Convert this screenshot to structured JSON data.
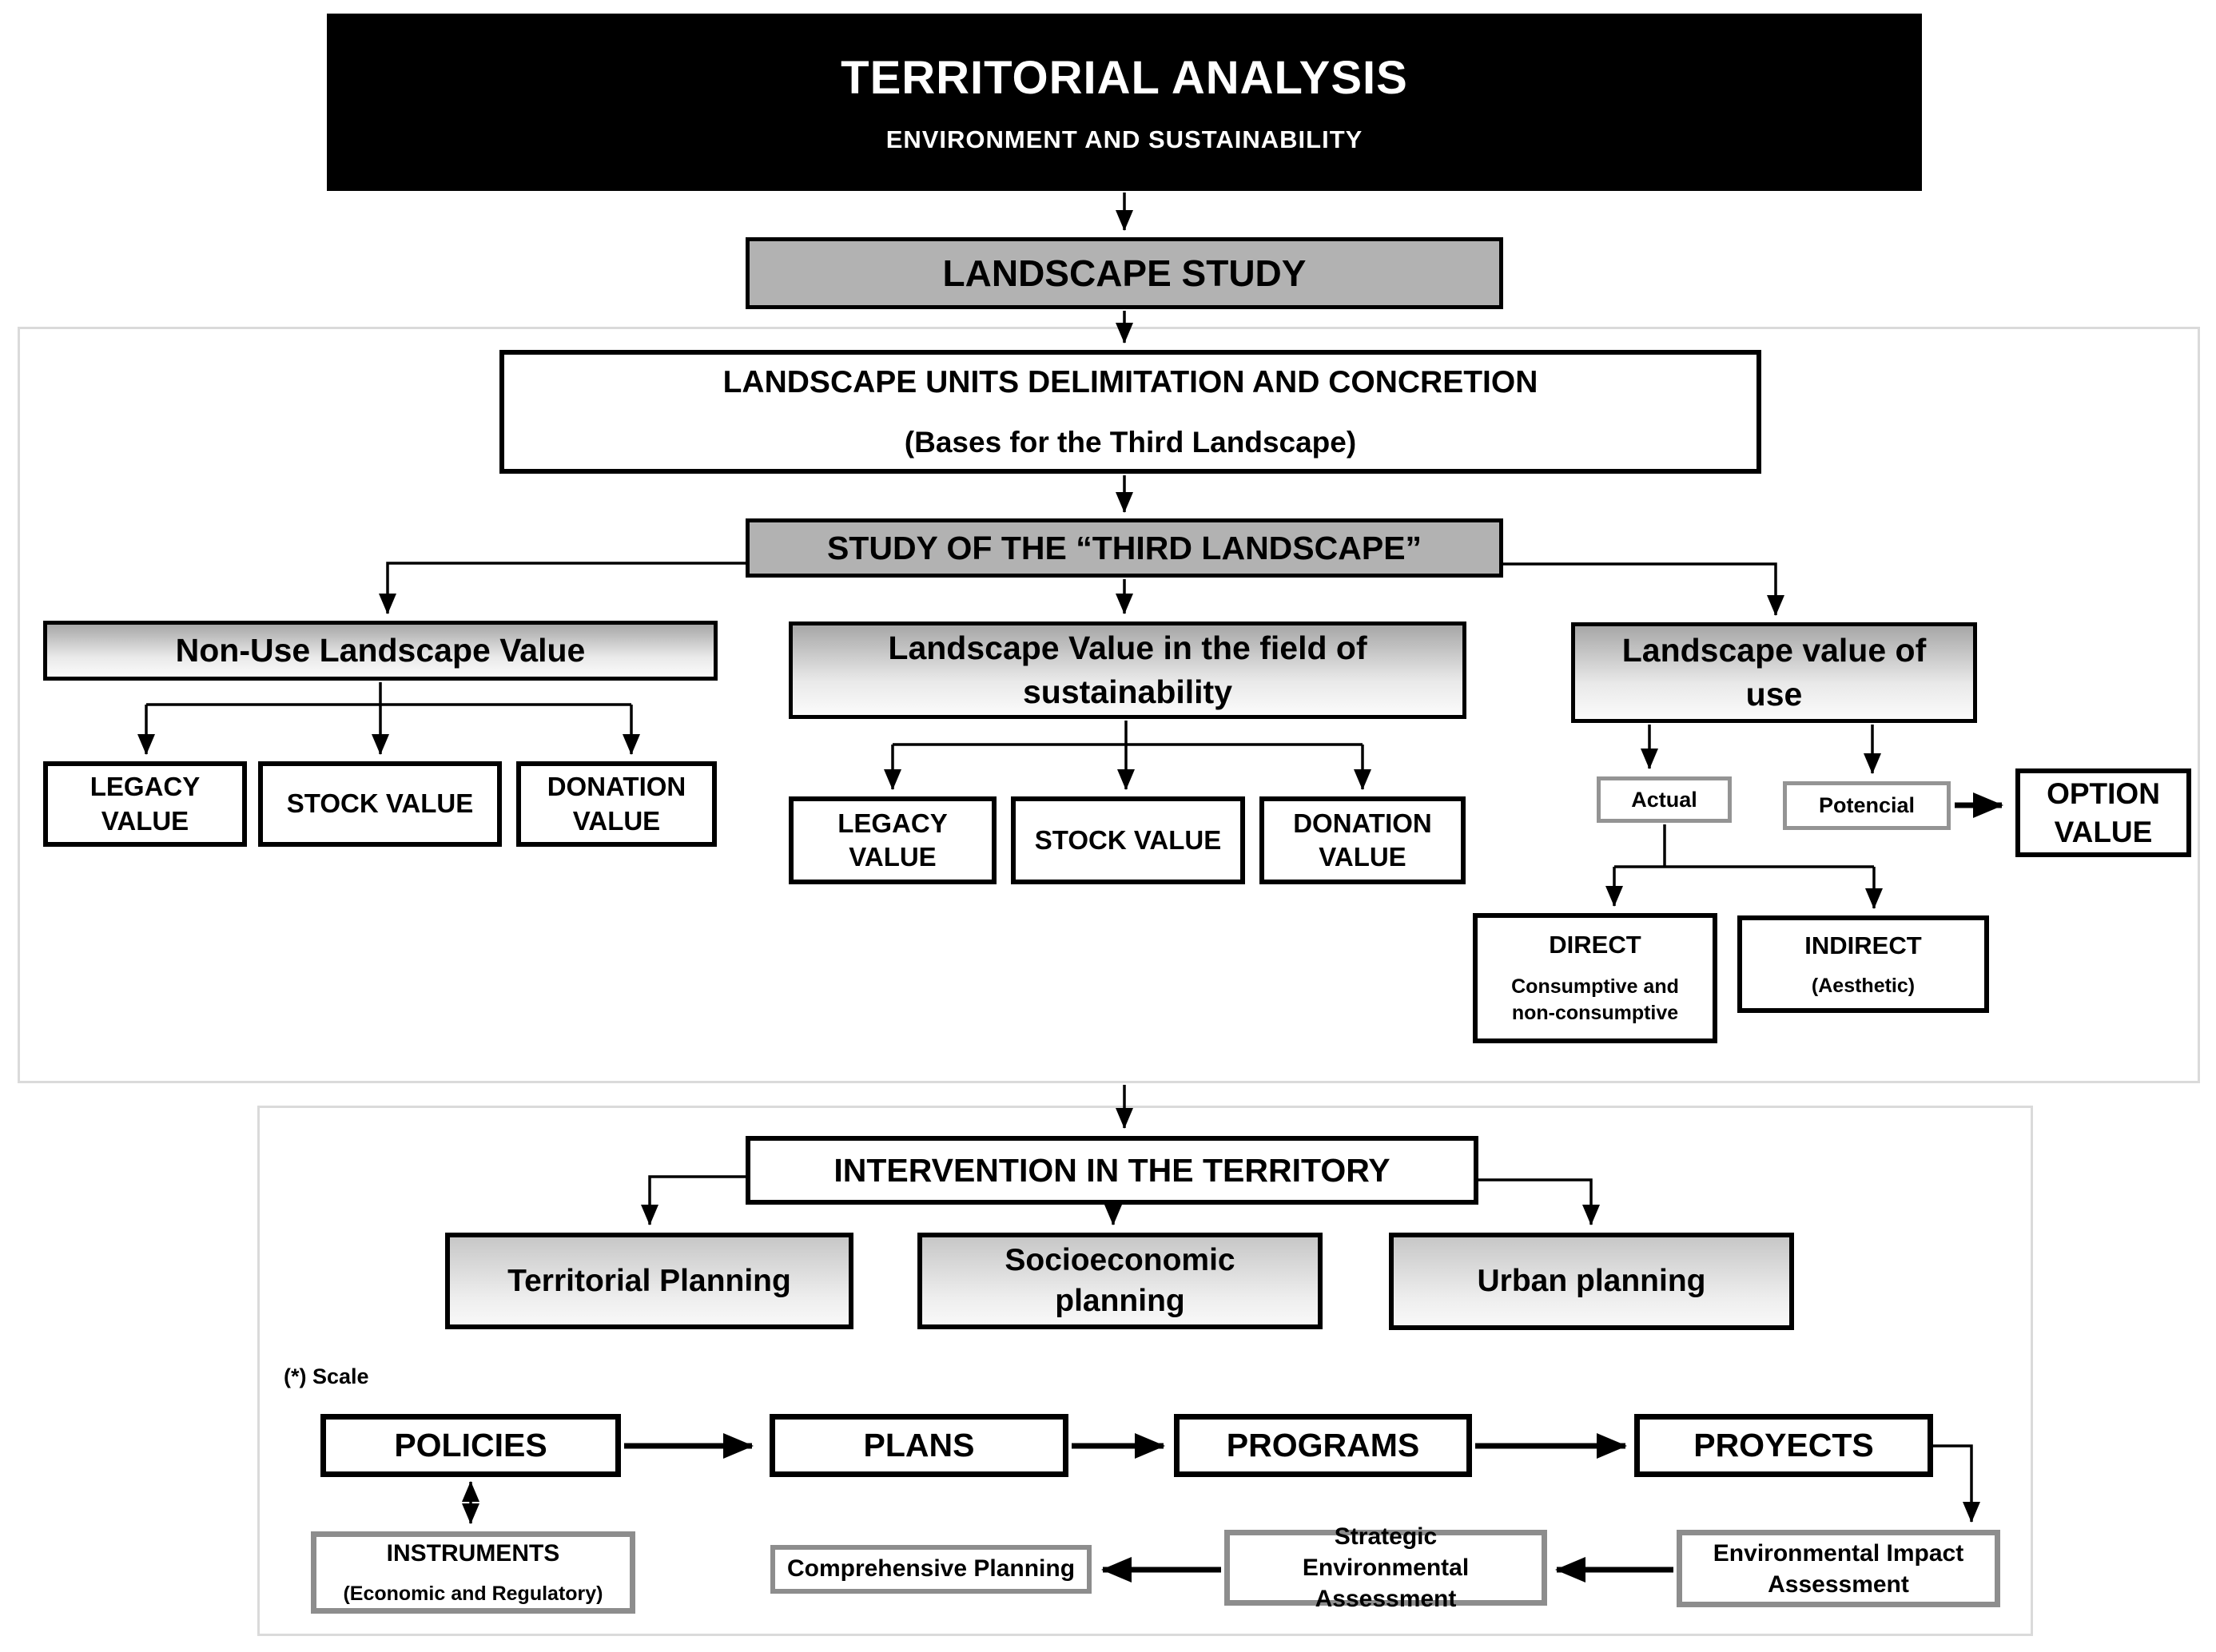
{
  "header": {
    "title": "TERRITORIAL ANALYSIS",
    "subtitle": "ENVIRONMENT AND SUSTAINABILITY"
  },
  "nodes": {
    "landscape_study": "LANDSCAPE STUDY",
    "units_line1": "LANDSCAPE UNITS DELIMITATION AND CONCRETION",
    "units_line2": "(Bases for the Third Landscape)",
    "third_landscape": "STUDY OF THE “THIRD LANDSCAPE”",
    "non_use": "Non-Use Landscape Value",
    "non_use_legacy": "LEGACY VALUE",
    "non_use_stock": "STOCK VALUE",
    "non_use_donation": "DONATION VALUE",
    "sustainability": "Landscape Value in the field of sustainability",
    "sust_legacy": "LEGACY VALUE",
    "sust_stock": "STOCK VALUE",
    "sust_donation": "DONATION VALUE",
    "use": "Landscape value of use",
    "actual": "Actual",
    "potencial": "Potencial",
    "option": "OPTION VALUE",
    "direct": "DIRECT",
    "direct_sub": "Consumptive and non-consumptive",
    "indirect": "INDIRECT",
    "indirect_sub": "(Aesthetic)",
    "intervention": "INTERVENTION IN THE TERRITORY",
    "territorial": "Territorial Planning",
    "socioeconomic": "Socioeconomic planning",
    "urban": "Urban planning",
    "scale_note": "(*) Scale",
    "policies": "POLICIES",
    "plans": "PLANS",
    "programs": "PROGRAMS",
    "proyects": "PROYECTS",
    "instruments": "INSTRUMENTS",
    "instruments_sub": "(Economic and Regulatory)",
    "comprehensive": "Comprehensive Planning",
    "strategic": "Strategic Environmental Assessment",
    "eia": "Environmental Impact Assessment"
  },
  "colors": {
    "box_fill_gray": "#b2b2b2",
    "gradient_top": "#a7a7a7",
    "gradient_bottom": "#fbfbfb",
    "gray_border": "#949494",
    "container_border": "#dadada",
    "line": "#000000",
    "header_bg": "#000000",
    "header_text": "#ffffff"
  }
}
